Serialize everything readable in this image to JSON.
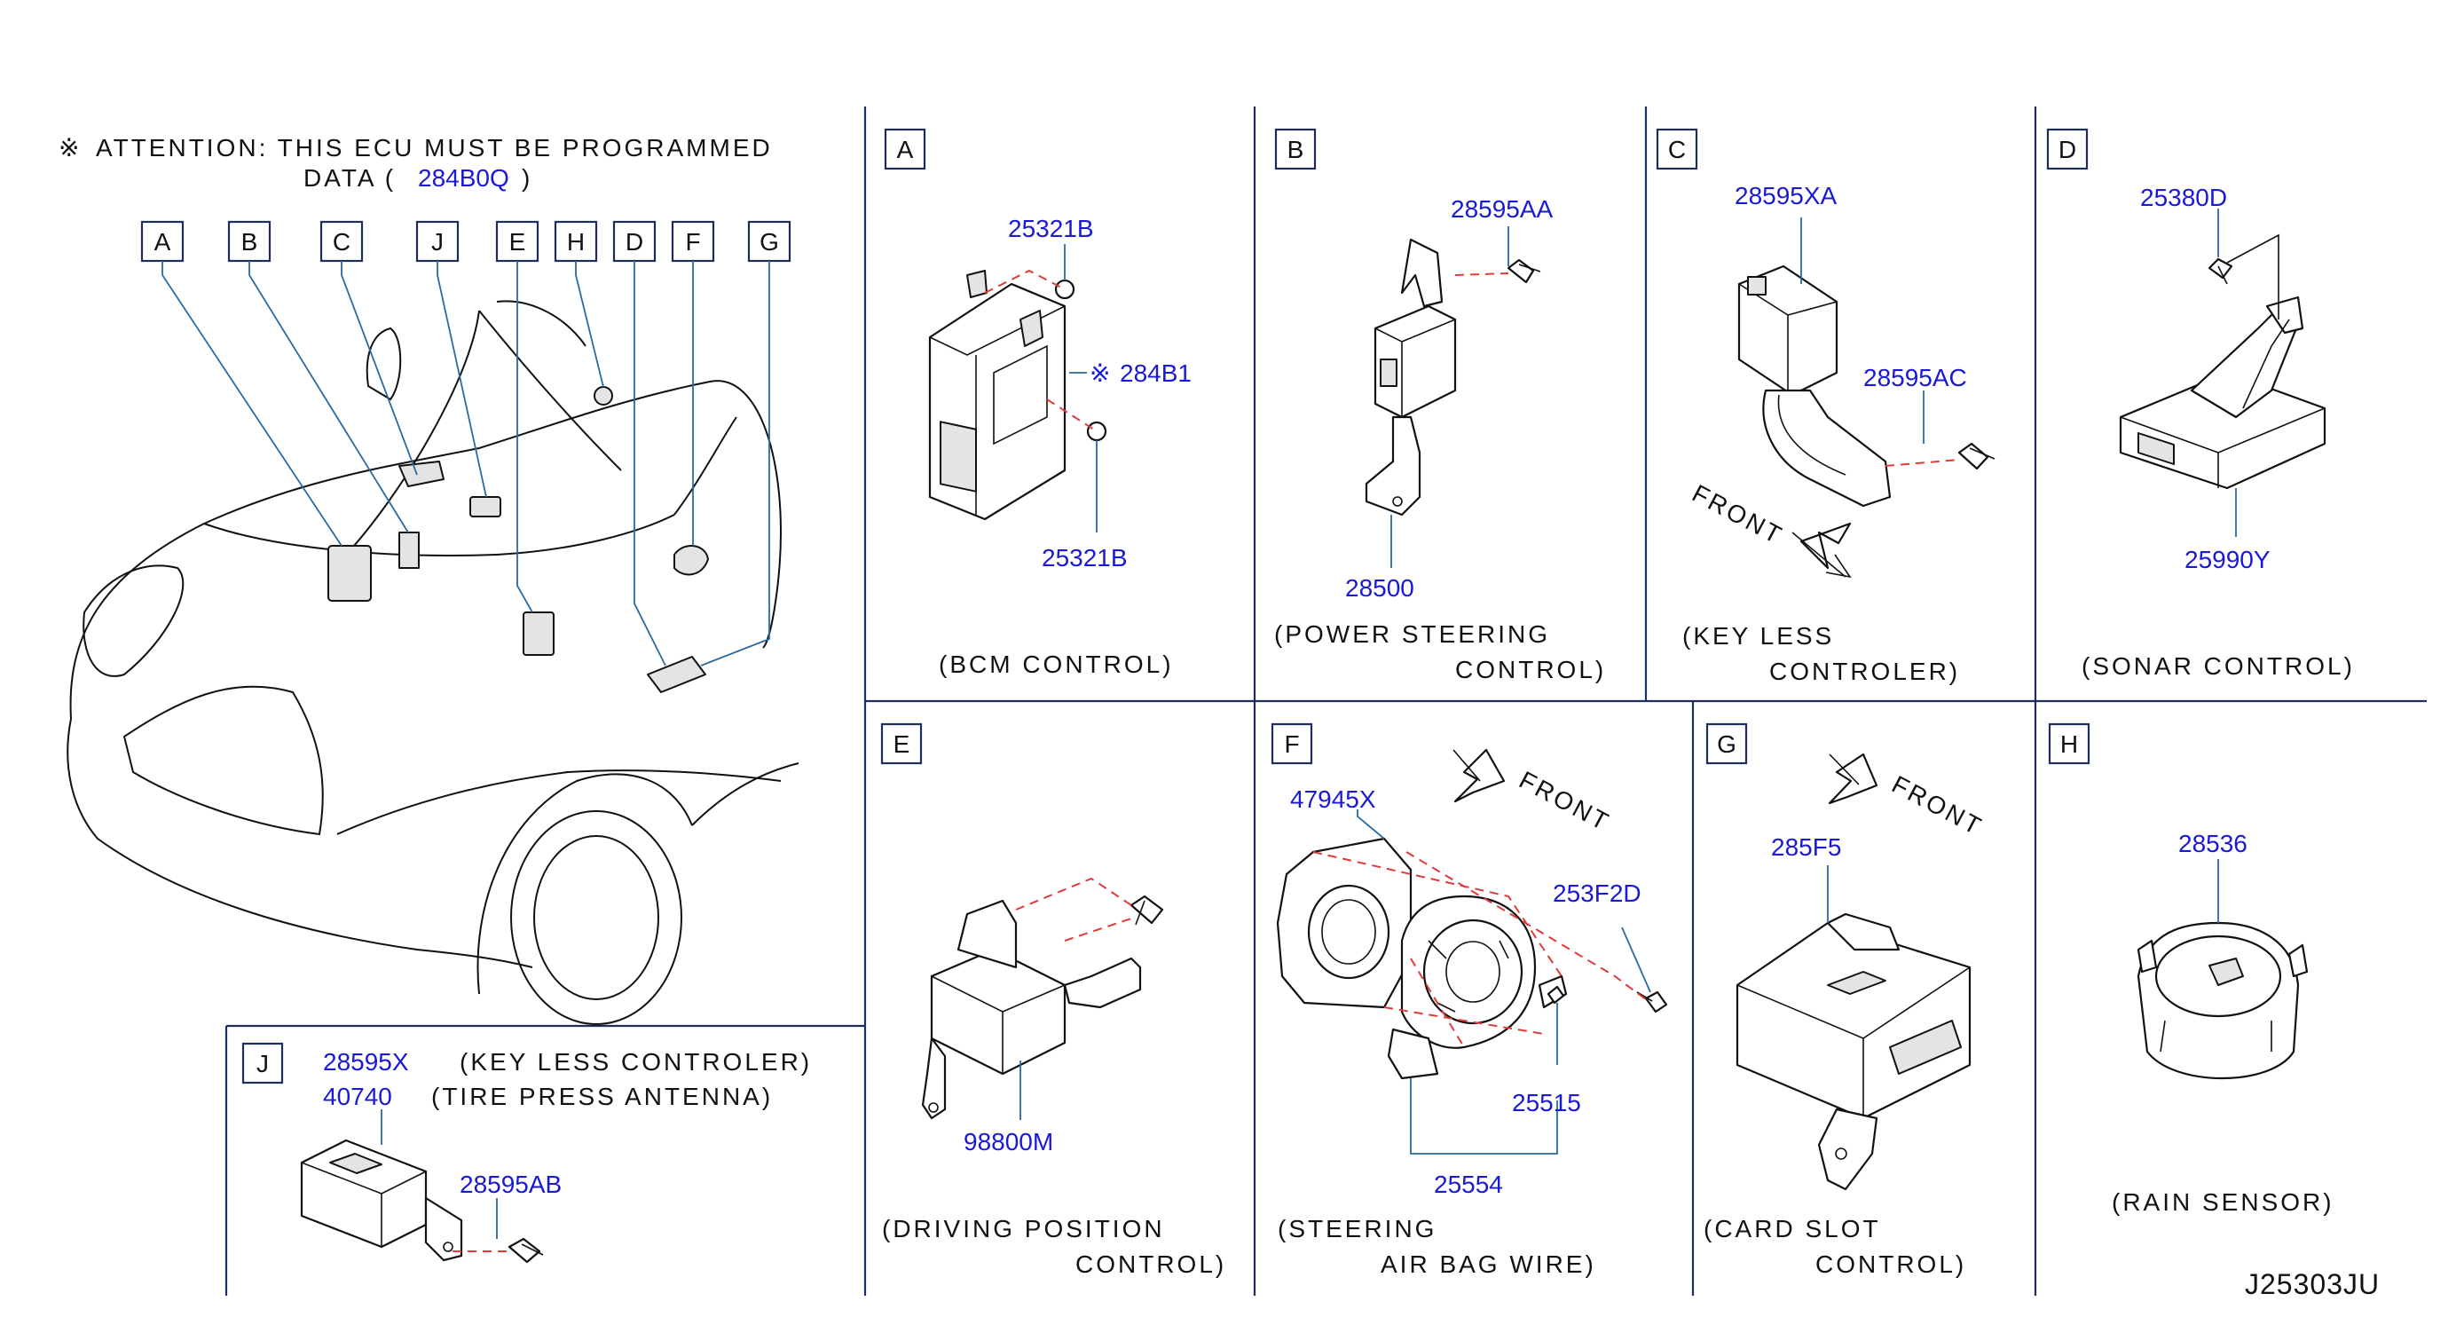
{
  "attention": {
    "symbol": "※",
    "line1": "ATTENTION:  THIS  ECU  MUST  BE  PROGRAMMED",
    "line2_prefix": "DATA  (",
    "code": "284B0Q",
    "line2_suffix": ")"
  },
  "overview": {
    "labels": [
      "A",
      "B",
      "C",
      "J",
      "E",
      "H",
      "D",
      "F",
      "G"
    ]
  },
  "panels": {
    "A": {
      "letter": "A",
      "parts": {
        "nut_top": "25321B",
        "ecu": "284B1",
        "ecu_symbol": "※",
        "nut_bottom": "25321B"
      },
      "caption": [
        "(BCM   CONTROL)"
      ]
    },
    "B": {
      "letter": "B",
      "parts": {
        "screw": "28595AA",
        "unit": "28500"
      },
      "caption": [
        "(POWER   STEERING",
        "CONTROL)"
      ]
    },
    "C": {
      "letter": "C",
      "parts": {
        "unit": "28595XA",
        "screw": "28595AC"
      },
      "front": "FRONT",
      "caption": [
        "(KEY   LESS",
        "CONTROLER)"
      ]
    },
    "D": {
      "letter": "D",
      "parts": {
        "screw": "25380D",
        "unit": "25990Y"
      },
      "caption": [
        "(SONAR   CONTROL)"
      ]
    },
    "E": {
      "letter": "E",
      "parts": {
        "unit": "98800M"
      },
      "caption": [
        "(DRIVING   POSITION",
        "CONTROL)"
      ]
    },
    "F": {
      "letter": "F",
      "parts": {
        "bracket": "47945X",
        "screw": "253F2D",
        "sensor": "25515",
        "assembly": "25554"
      },
      "front": "FRONT",
      "caption": [
        "(STEERING",
        "AIR   BAG   WIRE)"
      ]
    },
    "G": {
      "letter": "G",
      "parts": {
        "unit": "285F5"
      },
      "front": "FRONT",
      "caption": [
        "(CARD   SLOT",
        "CONTROL)"
      ]
    },
    "H": {
      "letter": "H",
      "parts": {
        "sensor": "28536"
      },
      "caption": [
        "(RAIN   SENSOR)"
      ]
    },
    "J": {
      "letter": "J",
      "parts": {
        "unit1": "28595X",
        "unit1_desc": "(KEY   LESS   CONTROLER)",
        "unit2": "40740",
        "unit2_desc": "(TIRE   PRESS   ANTENNA)",
        "screw": "28595AB"
      }
    }
  },
  "diagram_code": "J25303JU",
  "colors": {
    "part_number": "#1a1ad6",
    "leader": "#2c6aa0",
    "dashed": "#e03a3a",
    "frame": "#1c2f5c"
  }
}
